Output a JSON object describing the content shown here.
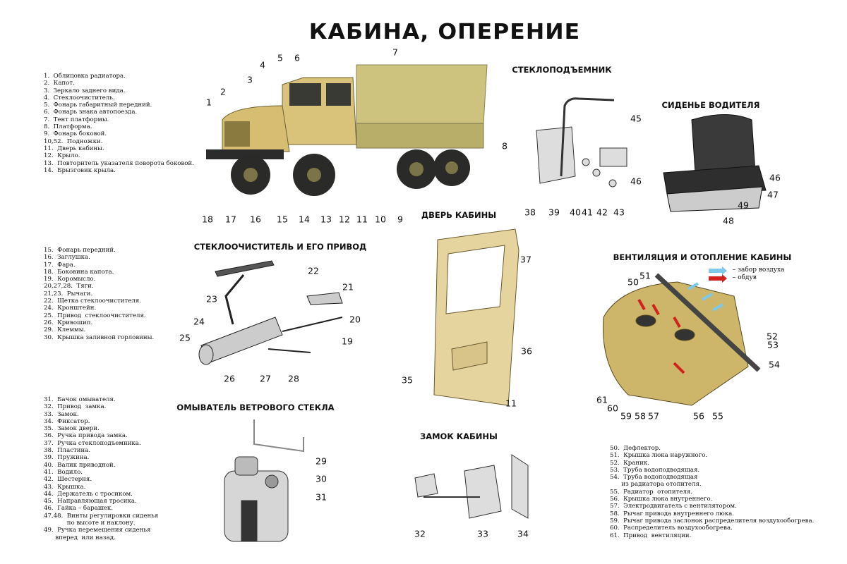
{
  "title": "КАБИНА, ОПЕРЕНИЕ",
  "sections": {
    "window_regulator": "СТЕКЛОПОДЪЕМНИК",
    "driver_seat": "СИДЕНЬЕ ВОДИТЕЛЯ",
    "cab_door": "ДВЕРЬ КАБИНЫ",
    "wiper": "СТЕКЛООЧИСТИТЕЛЬ И ЕГО ПРИВОД",
    "ventilation": "ВЕНТИЛЯЦИЯ И ОТОПЛЕНИЕ КАБИНЫ",
    "washer": "ОМЫВАТЕЛЬ ВЕТРОВОГО СТЕКЛА",
    "cab_lock": "ЗАМОК КАБИНЫ"
  },
  "ventilation_key": {
    "intake": "– забор воздуха",
    "outflow": "– обдув",
    "intake_color": "#7ec8e8",
    "outflow_color": "#d0231e"
  },
  "legend_1": [
    "1.  Облицовка радиатора.",
    "2.  Капот.",
    "3.  Зеркало заднего вида.",
    "4.  Стеклоочиститель.",
    "5.  Фонарь габаритный передний.",
    "6.  Фонарь знака автопоезда.",
    "7.  Тент платформы.",
    "8.  Платформа.",
    "9.  Фонарь боковой.",
    "10,52.  Подножки.",
    "11.  Дверь кабины.",
    "12.  Крыло.",
    "13.  Повторитель указателя поворота боковой.",
    "14.  Брызговик крыла."
  ],
  "legend_2": [
    "15.  Фонарь передний.",
    "16.  Заглушка.",
    "17.  Фара.",
    "18.  Боковина капота.",
    "19.  Коромысло.",
    "20,27,28.  Тяги.",
    "21,23.  Рычаги.",
    "22.  Щетка стеклоочистителя.",
    "24.  Кронштейн.",
    "25.  Привод  стеклоочистителя.",
    "26.  Кривошип.",
    "29.  Клеммы.",
    "30.  Крышка заливной горловины."
  ],
  "legend_3": [
    "31.  Бачок омывателя.",
    "32.  Привод  замка.",
    "33.  Замок.",
    "34.  Фиксатор.",
    "35.  Замок двери.",
    "36.  Ручка привода замка.",
    "37.  Ручка стеклоподъемника.",
    "38.  Пластина.",
    "39.  Пружина.",
    "40.  Валик приводной.",
    "41.  Водило.",
    "42.  Шестерня.",
    "43.  Крышка.",
    "44.  Держатель с тросиком.",
    "45.  Направляющая тросика.",
    "46.  Гайка – барашек.",
    "47,48.  Винты регулировки сиденья",
    "            по высоте и наклону.",
    "49.  Ручка перемещения сиденья",
    "      вперед  или назад."
  ],
  "legend_4": [
    "50.  Дефлектор.",
    "51.  Крышка люка наружного.",
    "52.  Краник.",
    "53.  Труба водоподводящая.",
    "54.  Труба водоподводящая",
    "      из радиатора отопителя.",
    "55.  Радиатор  отопителя.",
    "56.  Крышка люка внутреннего.",
    "57.  Электродвигатель с вентилятором.",
    "58.  Рычаг привода внутреннего люка.",
    "59.  Рычаг привода заслонок распределителя воздухообогрева.",
    "60.  Распределитель воздухообогрева.",
    "61.  Привод  вентиляции."
  ],
  "callouts": [
    "1",
    "2",
    "3",
    "4",
    "5",
    "6",
    "7",
    "8",
    "9",
    "10",
    "11",
    "12",
    "13",
    "14",
    "15",
    "16",
    "17",
    "18",
    "45",
    "46",
    "38",
    "39",
    "40",
    "41",
    "42",
    "43",
    "46",
    "47",
    "49",
    "48",
    "22",
    "21",
    "20",
    "19",
    "23",
    "24",
    "25",
    "26",
    "27",
    "28",
    "37",
    "36",
    "35",
    "11",
    "50",
    "51",
    "52",
    "53",
    "54",
    "61",
    "60",
    "59",
    "58",
    "57",
    "56",
    "55",
    "29",
    "30",
    "31",
    "32",
    "33",
    "34"
  ],
  "colors": {
    "cab_paint": "#d9c27a",
    "tarp": "#c9bf7a",
    "tyre": "#2a2a28"
  }
}
